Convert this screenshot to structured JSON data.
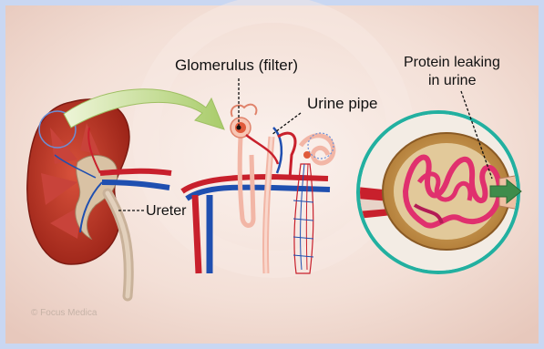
{
  "labels": {
    "glomerulus": "Glomerulus (filter)",
    "urine_pipe": "Urine pipe",
    "ureter": "Ureter",
    "protein_line1": "Protein leaking",
    "protein_line2": "in urine"
  },
  "watermark": "© Focus Medica",
  "colors": {
    "border_blue": "#c9d7f2",
    "background": "#f6e6df",
    "kidney_cortex": "#b63326",
    "artery_red": "#c8202c",
    "vein_blue": "#1f4fb0",
    "tubule_pink": "#f2b6a6",
    "circle_teal": "#22b0a0",
    "arrow_green": "#3e8c4b",
    "pointer_green": "#cfe3a2"
  }
}
